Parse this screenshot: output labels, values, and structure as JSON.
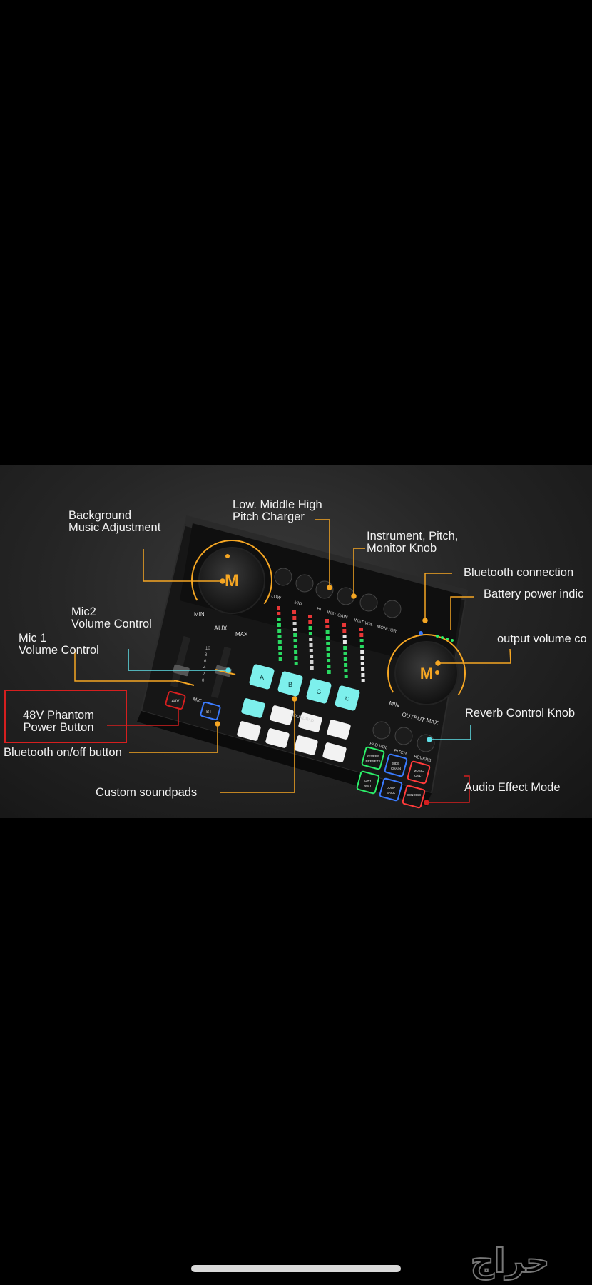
{
  "labels": {
    "background_music": [
      "Background",
      "Music Adjustment"
    ],
    "pitch_changer": [
      "Low. Middle High",
      "Pitch Charger"
    ],
    "instrument_knob": [
      "Instrument, Pitch,",
      "Monitor Knob"
    ],
    "bluetooth_connection": "Bluetooth connection",
    "battery": "Battery power indic",
    "mic2": [
      "Mic2",
      "Volume Control"
    ],
    "mic1": [
      "Mic 1",
      "Volume Control"
    ],
    "output_volume": "output volume co",
    "phantom": [
      "48V Phantom",
      "Power Button"
    ],
    "reverb_knob": "Reverb Control Knob",
    "bt_onoff": "Bluetooth on/off button",
    "soundpads": "Custom soundpads",
    "audio_effect": "Audio Effect Mode"
  },
  "device": {
    "knob_labels": {
      "aux_min": "MIN",
      "aux": "AUX",
      "aux_max": "MAX",
      "out_min": "MIN",
      "output": "OUTPUT",
      "out_max": "MAX"
    },
    "eq_labels": [
      "LOW",
      "MID",
      "HI",
      "INST GAIN",
      "INST VOL",
      "MONITOR"
    ],
    "soundpad_label": "SOUNDPAD",
    "pads_top": [
      "A",
      "B",
      "C",
      "↻"
    ],
    "fx_knob_labels": [
      "PAD VOL",
      "PITCH",
      "REVERB"
    ],
    "fx_buttons": [
      "REVERB PRESETS",
      "SIDE CHAIN",
      "MUSIC ONLY",
      "DRY WET",
      "LOOP BACK",
      "DENOISE"
    ],
    "fader_scale": [
      "10",
      "8",
      "6",
      "4",
      "2",
      "0"
    ],
    "mic_label": "MIC",
    "bt_button": "BT",
    "phantom_button": "48V"
  },
  "watermark": "حراج",
  "colors": {
    "accent": "#f5a623",
    "cyan": "#5fe0e8",
    "red": "#d61f1f"
  }
}
